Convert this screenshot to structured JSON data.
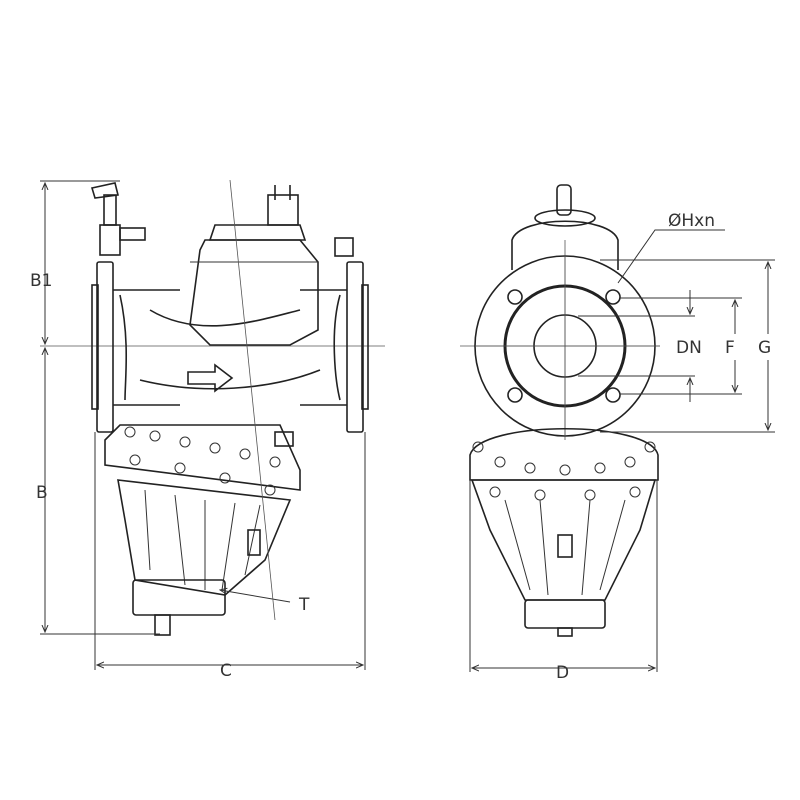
{
  "title": "Valve dimension drawing",
  "labels": {
    "b1": "B1",
    "b": "B",
    "c": "C",
    "t": "T",
    "d": "D",
    "dn": "DN",
    "f": "F",
    "g": "G",
    "hole": "ØHxn"
  },
  "colors": {
    "line": "#222222",
    "background": "#ffffff"
  }
}
